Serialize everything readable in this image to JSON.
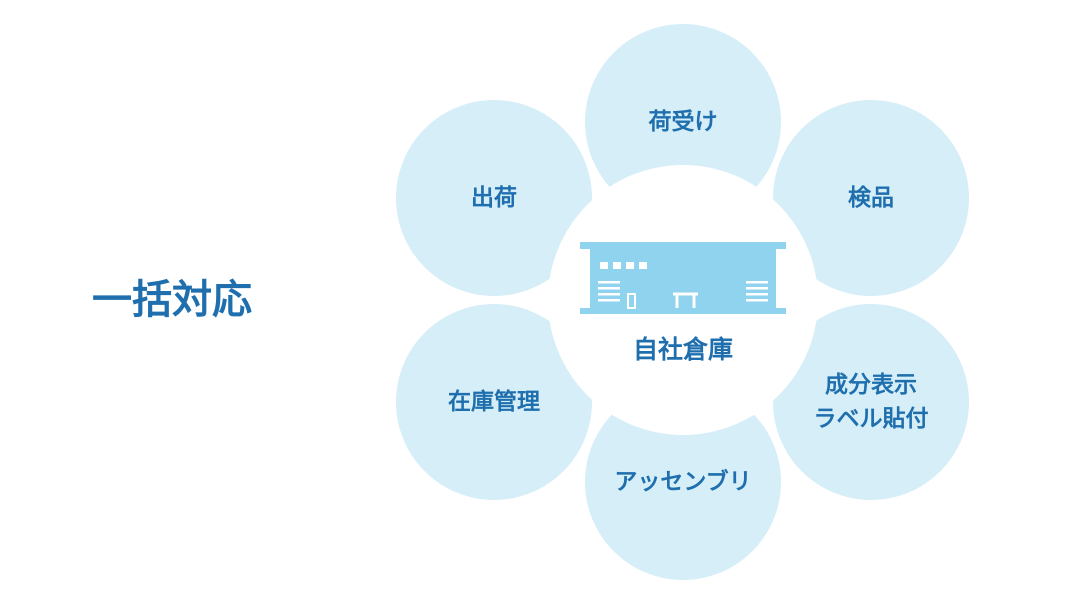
{
  "colors": {
    "accent": "#1f6fae",
    "petal_fill": "#d6eef8",
    "icon_fill": "#8fd3ef",
    "background": "#ffffff"
  },
  "heading": "一括対応",
  "center": {
    "label": "自社倉庫",
    "icon": "warehouse-icon"
  },
  "steps": [
    {
      "lines": [
        "荷受け"
      ]
    },
    {
      "lines": [
        "検品"
      ]
    },
    {
      "lines": [
        "成分表示",
        "ラベル貼付"
      ]
    },
    {
      "lines": [
        "アッセンブリ"
      ]
    },
    {
      "lines": [
        "在庫管理"
      ]
    },
    {
      "lines": [
        "出荷"
      ]
    }
  ]
}
